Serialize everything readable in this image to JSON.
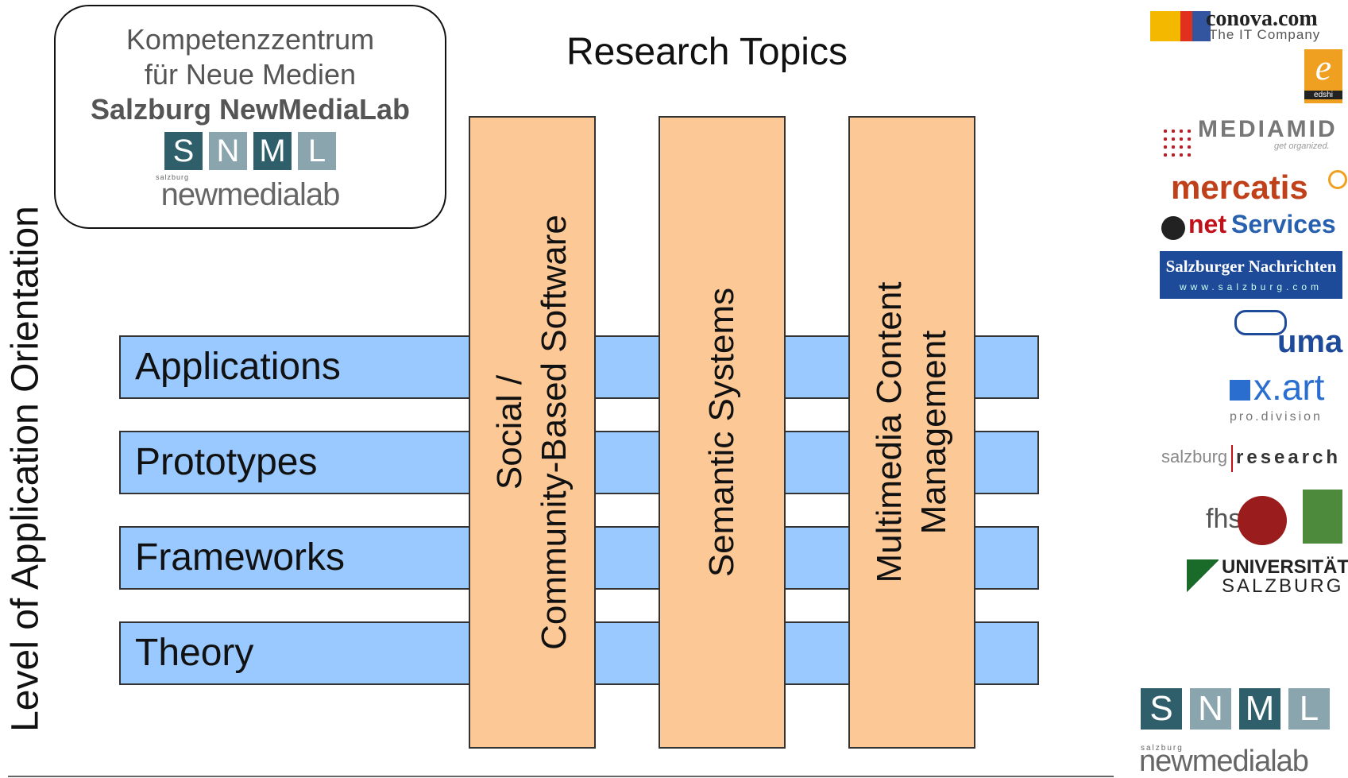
{
  "center_box": {
    "line1": "Kompetenzzentrum",
    "line2": "für Neue Medien",
    "line3": "Salzburg NewMediaLab",
    "letters": [
      "S",
      "N",
      "M",
      "L"
    ],
    "small": "salzburg",
    "word": "newmedialab"
  },
  "title": "Research Topics",
  "y_axis_label": "Level of Application Orientation",
  "levels": [
    "Applications",
    "Prototypes",
    "Frameworks",
    "Theory"
  ],
  "topics": [
    {
      "line1": "Social /",
      "line2": "Community-Based Software"
    },
    {
      "line1": "Semantic Systems",
      "line2": ""
    },
    {
      "line1": "Multimedia Content",
      "line2": "Management"
    }
  ],
  "partners": {
    "conova": {
      "name": "conova.com",
      "tag": "The IT Company"
    },
    "edshi": {
      "glyph": "e",
      "tag": "edshi"
    },
    "mediamid": {
      "name": "MEDIAMID",
      "tag": "get organized."
    },
    "mercatis": {
      "name": "mercatis"
    },
    "netservices": {
      "prefix": "net",
      "name": "Services"
    },
    "sn": {
      "name": "Salzburger Nachrichten",
      "url": "www.salzburg.com"
    },
    "uma": {
      "name": "uma"
    },
    "xart": {
      "name": "x.art",
      "tag": "pro.division"
    },
    "sr": {
      "a": "salzburg",
      "b": "research"
    },
    "fhs": {
      "name": "fhs"
    },
    "uni": {
      "line1": "UNIVERSITÄT",
      "line2": "SALZBURG"
    },
    "snml": {
      "letters": [
        "S",
        "N",
        "M",
        "L"
      ],
      "small": "salzburg",
      "word": "newmedialab"
    }
  },
  "colors": {
    "blue_bar": "#99c9ff",
    "orange_bar": "#fbc896",
    "snml_dark": "#2e5f6b",
    "snml_light": "#8aa5ae"
  }
}
